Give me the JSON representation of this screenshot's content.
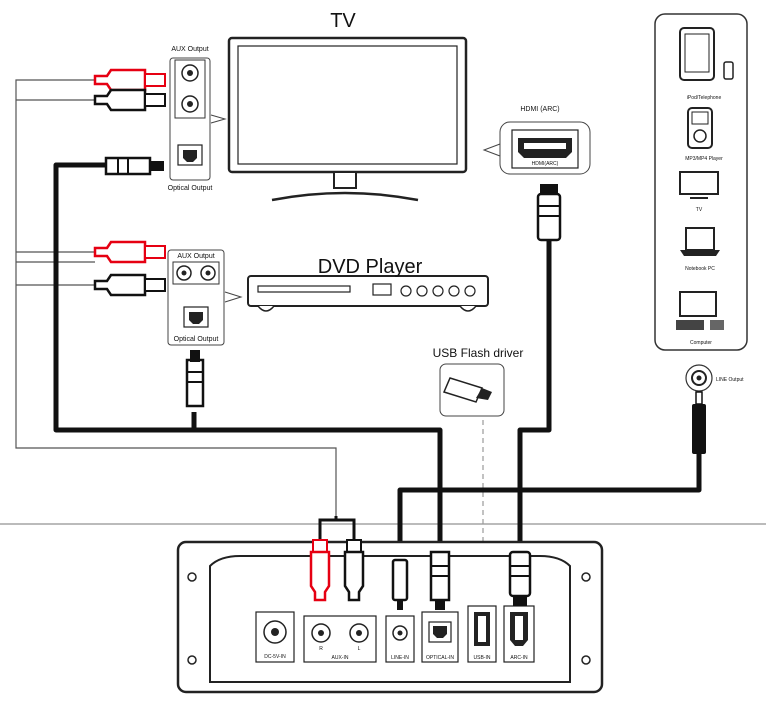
{
  "labels": {
    "tv": "TV",
    "dvd_player": "DVD Player",
    "aux_output_tv": "AUX Output",
    "optical_output_tv": "Optical Output",
    "aux_output_dvd": "AUX Output",
    "optical_output_dvd": "Optical Output",
    "hdmi_arc_title": "HDMI (ARC)",
    "hdmi_arc_port": "HDMI(ARC)",
    "usb_flash": "USB Flash driver",
    "line_output": "LINE Output"
  },
  "devices": [
    {
      "label": "iPod/Telephone"
    },
    {
      "label": "MP3/MP4 Player"
    },
    {
      "label": "TV"
    },
    {
      "label": "Notebook PC"
    },
    {
      "label": "Computer"
    }
  ],
  "ports": {
    "dc": "DC-5V-IN",
    "aux": "AUX-IN",
    "aux_r": "R",
    "aux_l": "L",
    "line": "LINE-IN",
    "optical": "OPTICAL-IN",
    "usb": "USB-IN",
    "arc": "ARC-IN"
  },
  "colors": {
    "cable": "#111111",
    "thin_wire": "#555555",
    "rca_red": "#e60012",
    "outline": "#222222",
    "dashed": "#999999"
  }
}
